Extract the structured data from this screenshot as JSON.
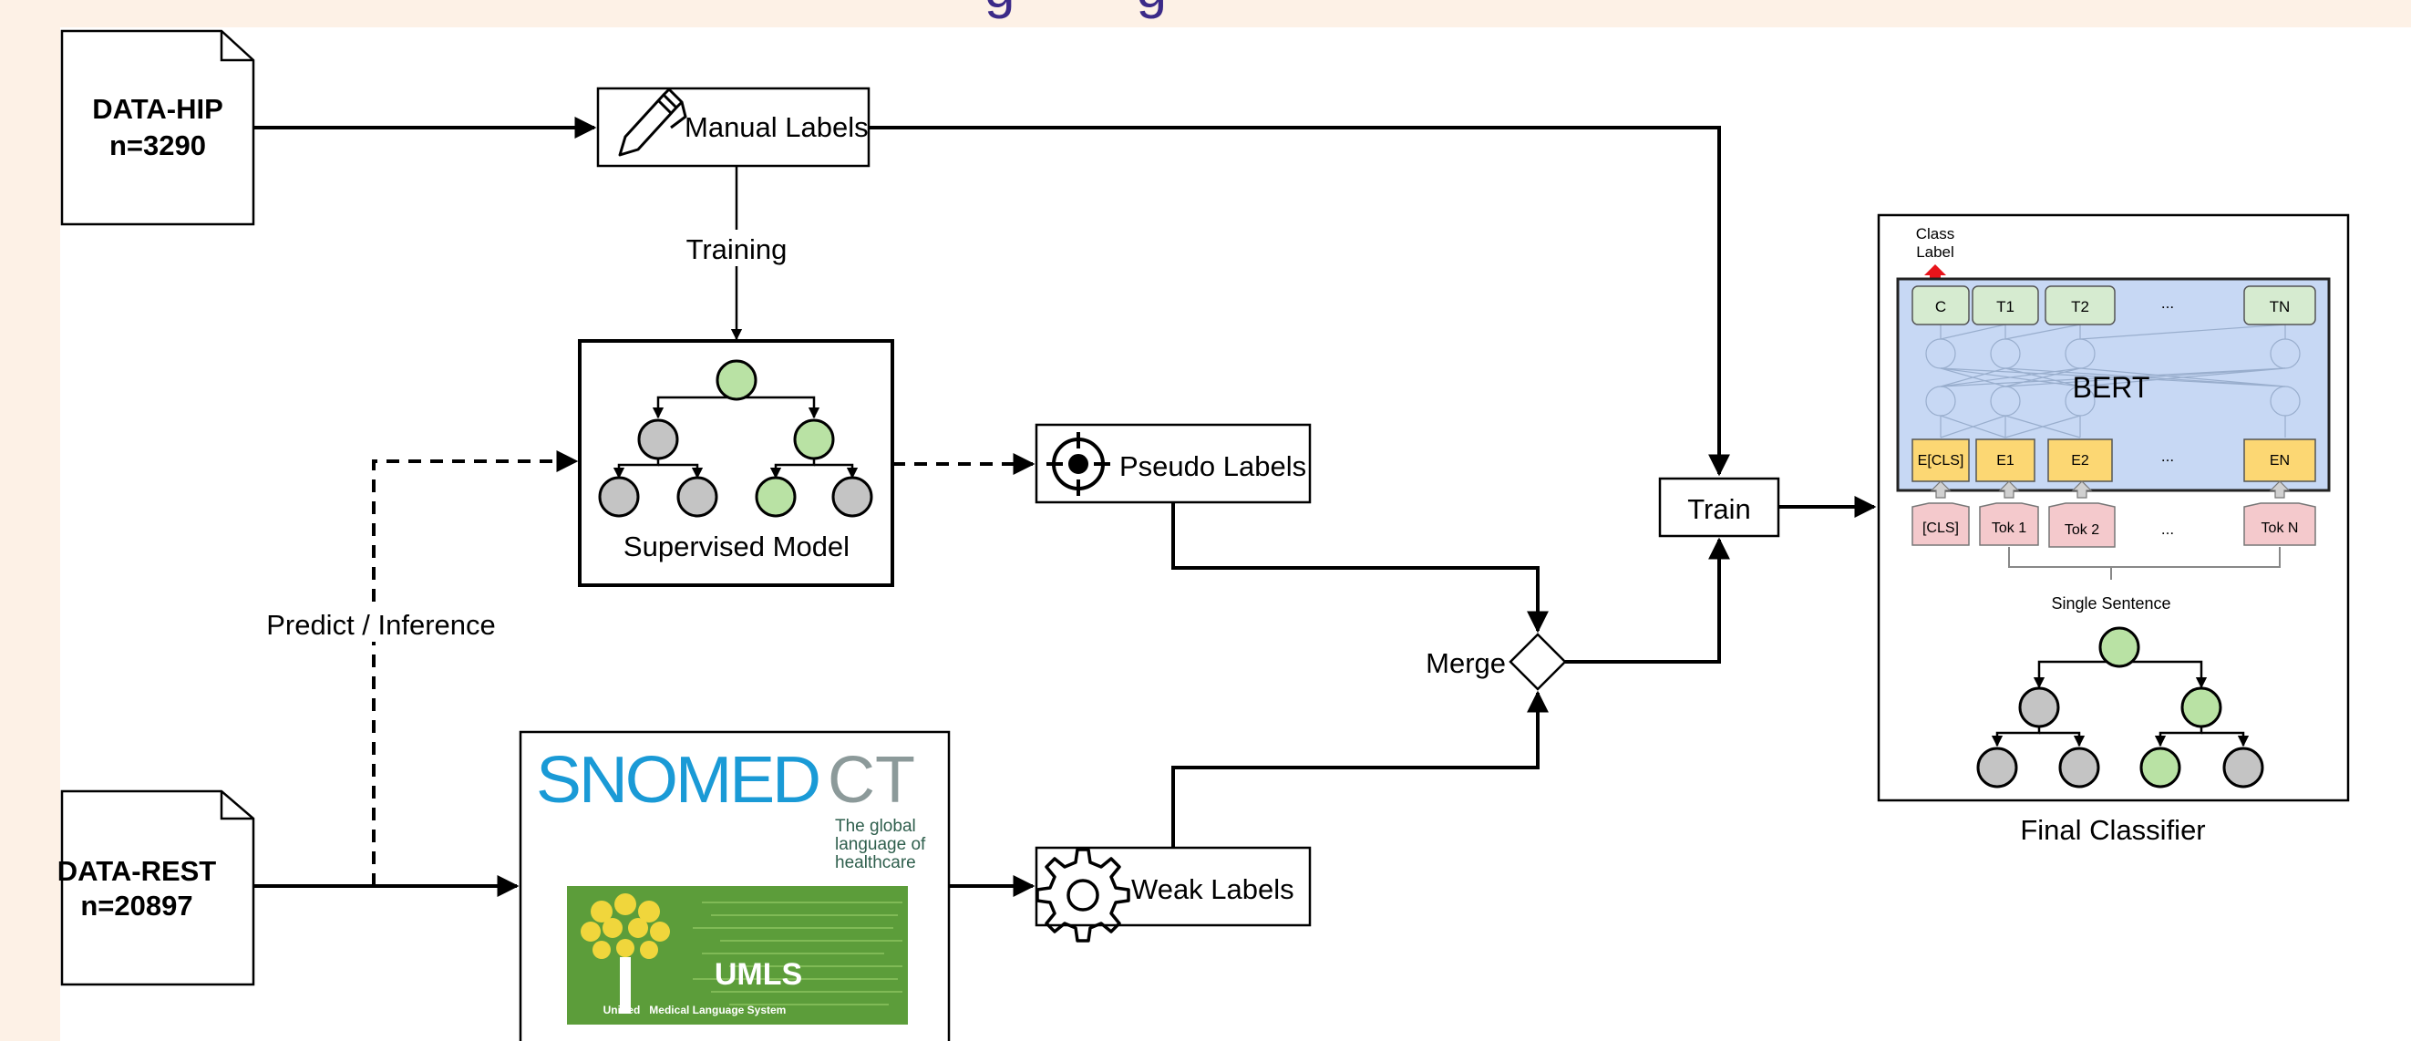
{
  "header": {
    "title_fragment": "g        g"
  },
  "sources": {
    "data_hip": {
      "name": "DATA-HIP",
      "count": "n=3290"
    },
    "data_rest": {
      "name": "DATA-REST",
      "count": "n=20897"
    }
  },
  "nodes": {
    "manual_labels": "Manual Labels",
    "training": "Training",
    "supervised_model": "Supervised Model",
    "pseudo_labels": "Pseudo Labels",
    "predict_inference": "Predict / Inference",
    "weak_labels": "Weak Labels",
    "merge": "Merge",
    "train": "Train",
    "final_classifier": "Final Classifier"
  },
  "knowledge_sources": {
    "snomed_main": "SNOMED",
    "snomed_ct": "CT",
    "snomed_tagline": [
      "The global",
      "language of",
      "healthcare"
    ],
    "umls": "UMLS",
    "umls_full": "Unified   Medical Language System"
  },
  "bert": {
    "class_label": [
      "Class",
      "Label"
    ],
    "model_name": "BERT",
    "outputs": [
      "C",
      "T1",
      "T2",
      "...",
      "TN"
    ],
    "embeddings": [
      "E[CLS]",
      "E1",
      "E2",
      "...",
      "EN"
    ],
    "tokens": [
      "[CLS]",
      "Tok 1",
      "Tok 2",
      "...",
      "Tok N"
    ],
    "input_type": "Single Sentence"
  },
  "colors": {
    "background": "#fdf1e6",
    "title": "#3b2a88",
    "node_green": "#b9e2a4",
    "node_gray": "#c4c4c4",
    "bert_panel": "#c7d8f4",
    "output_box": "#d6ebd0",
    "embedding_box": "#fcd773",
    "token_box": "#f4c9cc",
    "class_arrow": "#e8141b",
    "snomed_blue": "#1a9ad6",
    "snomed_gray": "#8c9a9a",
    "snomed_tag": "#2f5f4d",
    "umls_green": "#5c9d3a"
  }
}
